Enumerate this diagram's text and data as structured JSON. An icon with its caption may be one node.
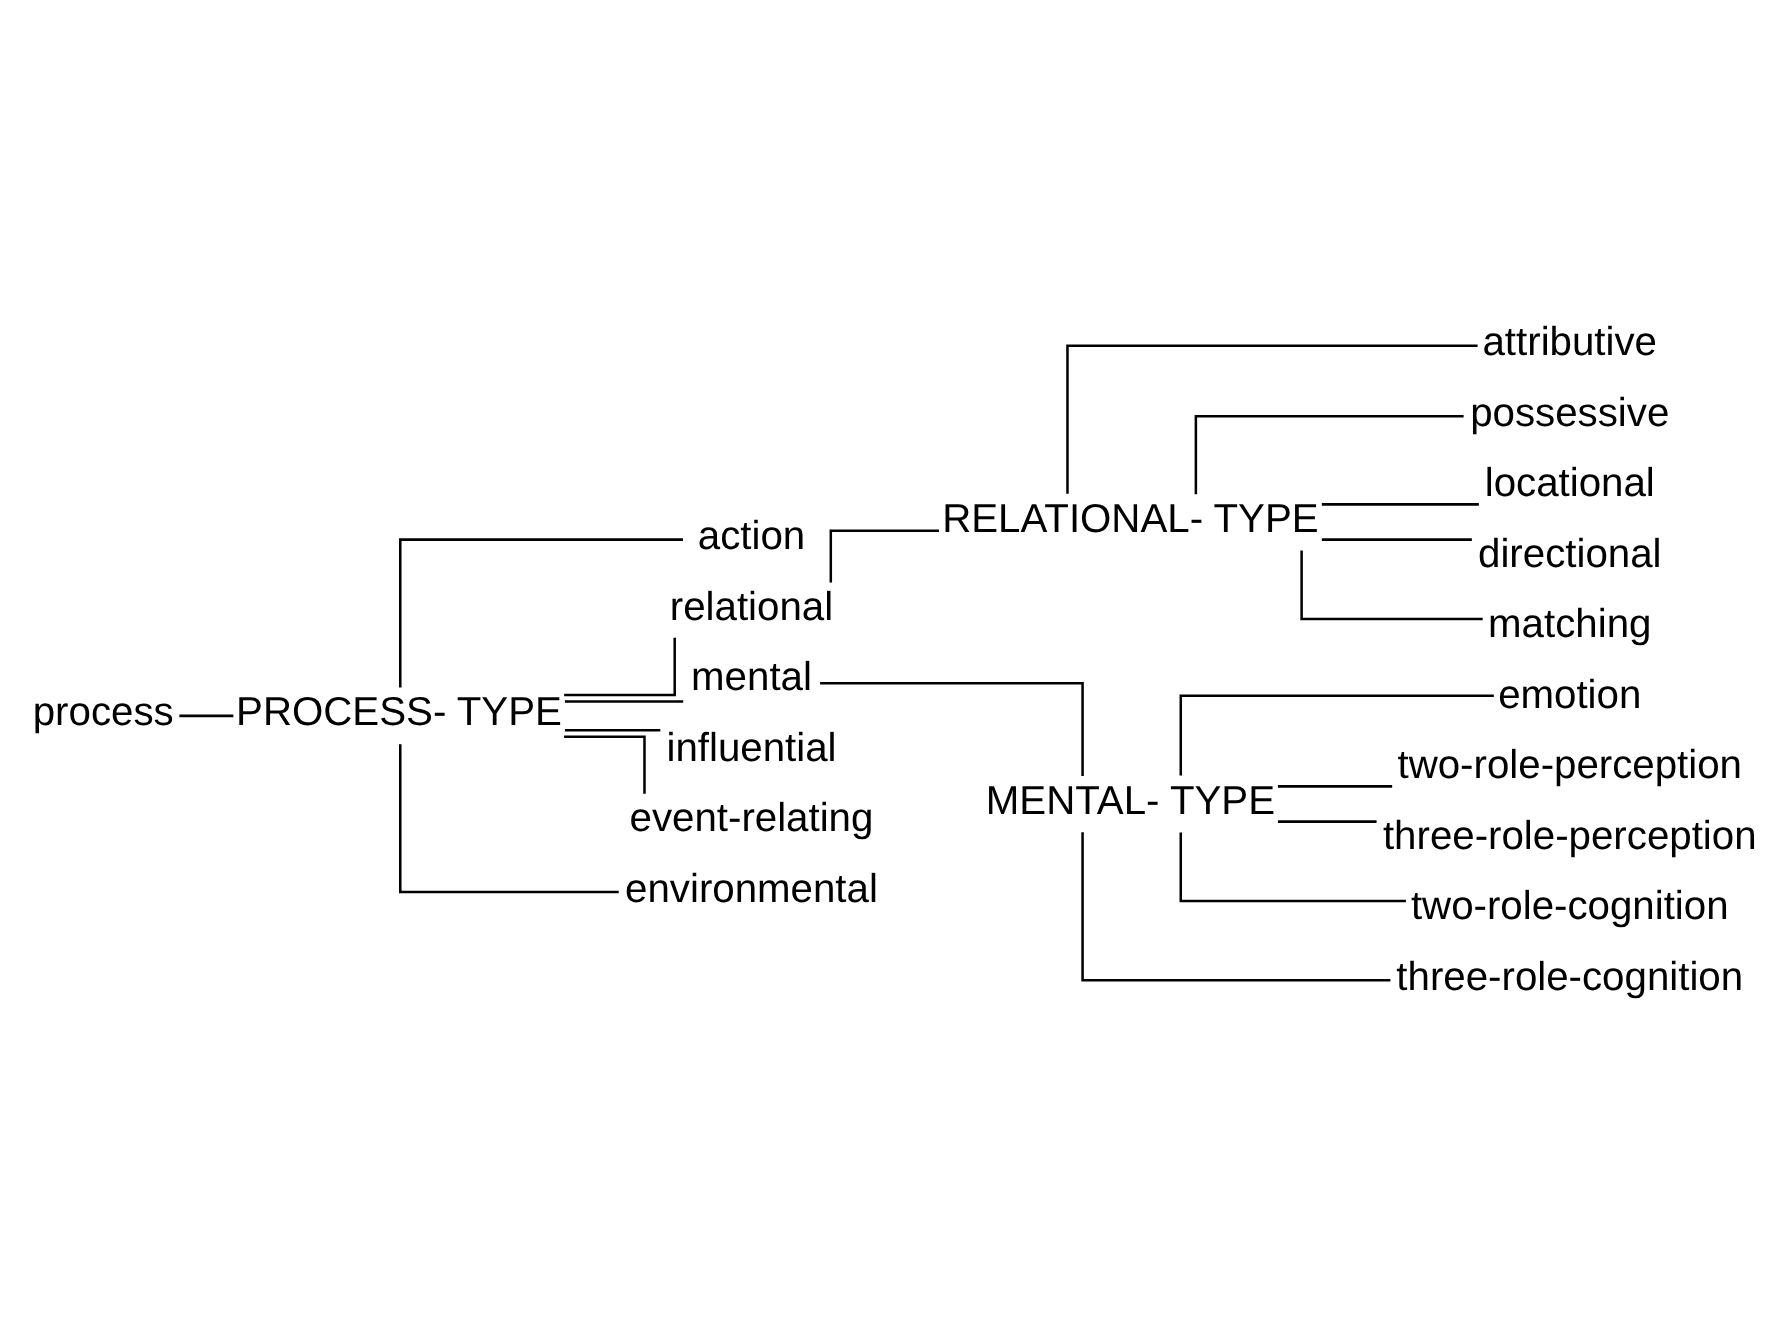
{
  "diagram": {
    "nodes": [
      {
        "text": [
          "process"
        ]
      },
      {
        "text": [
          "PROCESS- TYPE"
        ]
      },
      {
        "text": [
          "action"
        ]
      },
      {
        "text": [
          "relational"
        ]
      },
      {
        "text": [
          "RELATIONAL- TYPE"
        ]
      },
      {
        "text": [
          "attributive"
        ]
      },
      {
        "text": [
          "possessive"
        ]
      },
      {
        "text": [
          "locational"
        ]
      },
      {
        "text": [
          "directional"
        ]
      },
      {
        "text": [
          "matching"
        ]
      },
      {
        "text": [
          "mental"
        ]
      },
      {
        "text": [
          "MENTAL- TYPE"
        ]
      },
      {
        "text": [
          "emotion"
        ]
      },
      {
        "text": [
          "two-role-perception"
        ]
      },
      {
        "text": [
          "three-role-perception"
        ]
      },
      {
        "text": [
          "two-role-cognition"
        ]
      },
      {
        "text": [
          "three-role-cognition"
        ]
      },
      {
        "text": [
          "influential"
        ]
      },
      {
        "text": [
          "event-relating"
        ]
      },
      {
        "text": [
          "environmental"
        ]
      }
    ],
    "edges": [
      {
        "from": 0,
        "to": 1,
        "arrow": "none"
      },
      {
        "from": 1,
        "to": 2,
        "arrow": "none"
      },
      {
        "from": 1,
        "to": 3,
        "arrow": "none"
      },
      {
        "from": 3,
        "to": 4,
        "arrow": "none"
      },
      {
        "from": 4,
        "to": 5,
        "arrow": "none"
      },
      {
        "from": 4,
        "to": 6,
        "arrow": "none"
      },
      {
        "from": 4,
        "to": 7,
        "arrow": "none"
      },
      {
        "from": 4,
        "to": 8,
        "arrow": "none"
      },
      {
        "from": 4,
        "to": 9,
        "arrow": "none"
      },
      {
        "from": 1,
        "to": 10,
        "arrow": "none"
      },
      {
        "from": 10,
        "to": 11,
        "arrow": "none"
      },
      {
        "from": 11,
        "to": 12,
        "arrow": "none"
      },
      {
        "from": 11,
        "to": 13,
        "arrow": "none"
      },
      {
        "from": 11,
        "to": 14,
        "arrow": "none"
      },
      {
        "from": 11,
        "to": 15,
        "arrow": "none"
      },
      {
        "from": 11,
        "to": 16,
        "arrow": "none"
      },
      {
        "from": 1,
        "to": 17,
        "arrow": "none"
      },
      {
        "from": 1,
        "to": 18,
        "arrow": "none"
      },
      {
        "from": 1,
        "to": 19,
        "arrow": "none"
      }
    ]
  }
}
